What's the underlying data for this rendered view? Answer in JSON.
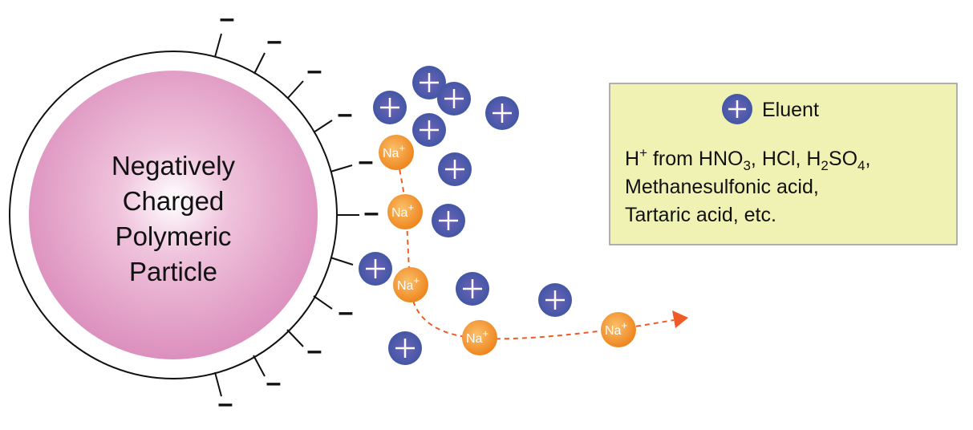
{
  "particle": {
    "label_lines": [
      "Negatively",
      "Charged",
      "Polymeric",
      "Particle"
    ],
    "fill_color": "#dc8fbd"
  },
  "surface_charge_symbol": "–",
  "counter_ion": {
    "label": "Na",
    "charge": "+",
    "color": "#f08c22"
  },
  "eluent_ion": {
    "symbol": "+",
    "color": "#4a5aa6"
  },
  "flow_arrow_color": "#ee5b27",
  "legend": {
    "title": "Eluent",
    "line1": {
      "prefix": "H",
      "prefix_sup": "+",
      "text_a": " from HNO",
      "sub_a": "3",
      "text_b": ", HCl, H",
      "sub_b": "2",
      "text_c": "SO",
      "sub_c": "4",
      "text_d": ","
    },
    "line2": "Methanesulfonic acid,",
    "line3": "Tartaric acid, etc.",
    "background": "#f0f2b3",
    "border": "#999999"
  }
}
